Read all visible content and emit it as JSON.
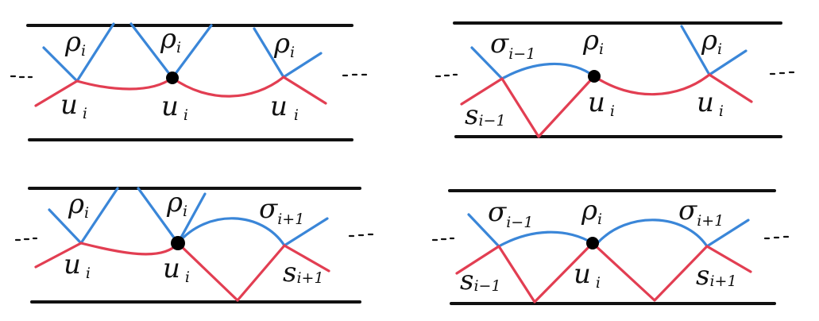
{
  "labels": {
    "rho": "ρ",
    "sigma": "σ",
    "u": "u",
    "s": "s",
    "sub_i": "i",
    "sub_im1": "i−1",
    "sub_ip1": "i+1"
  },
  "colors": {
    "blue": "#3a86d8",
    "red": "#e23e52",
    "black": "#111111"
  }
}
